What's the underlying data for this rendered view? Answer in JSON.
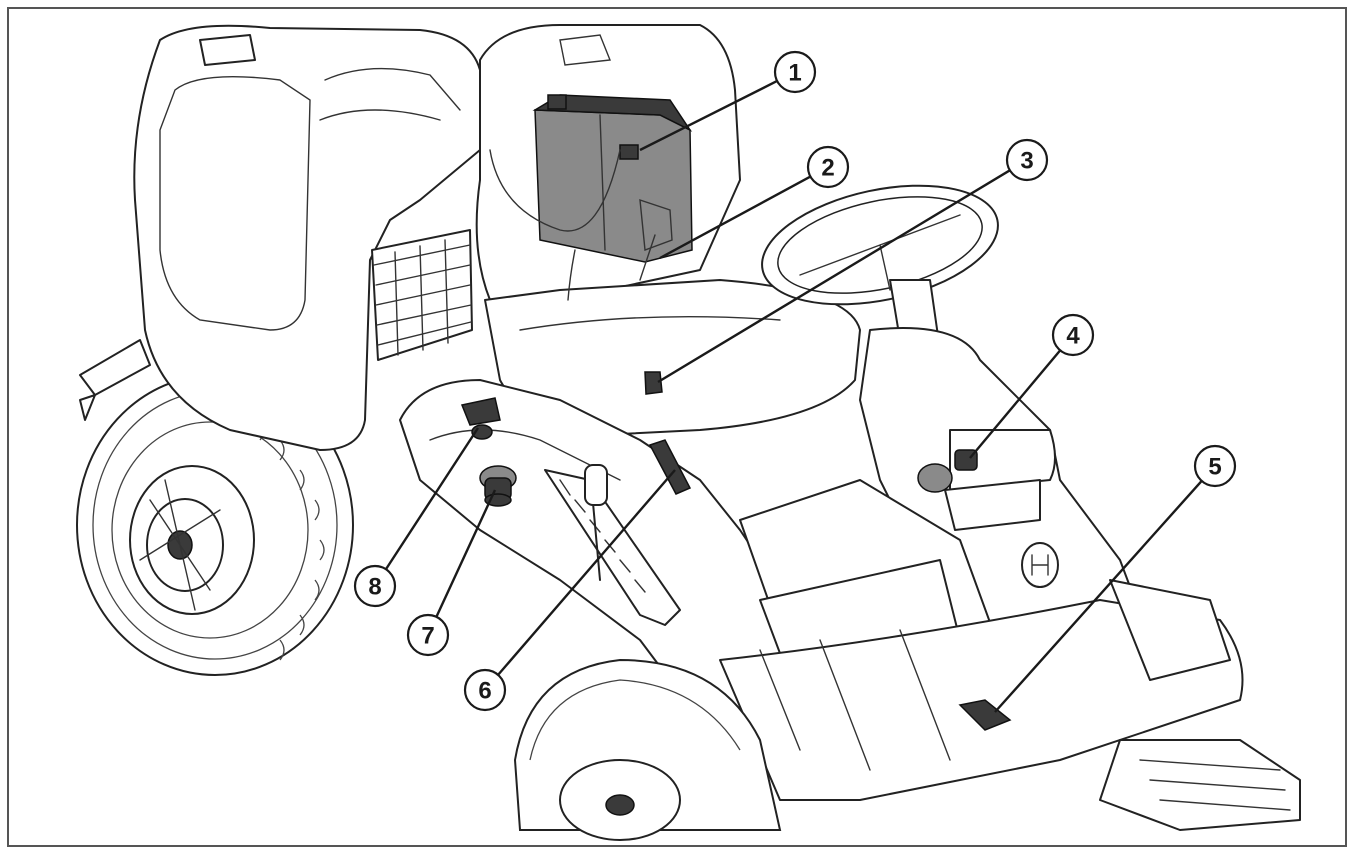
{
  "callouts": [
    {
      "label": "1"
    },
    {
      "label": "2"
    },
    {
      "label": "3"
    },
    {
      "label": "4"
    },
    {
      "label": "5"
    },
    {
      "label": "6"
    },
    {
      "label": "7"
    },
    {
      "label": "8"
    }
  ],
  "colors": {
    "line": "#1a1a1a",
    "background": "#ffffff",
    "frame": "#555555"
  }
}
